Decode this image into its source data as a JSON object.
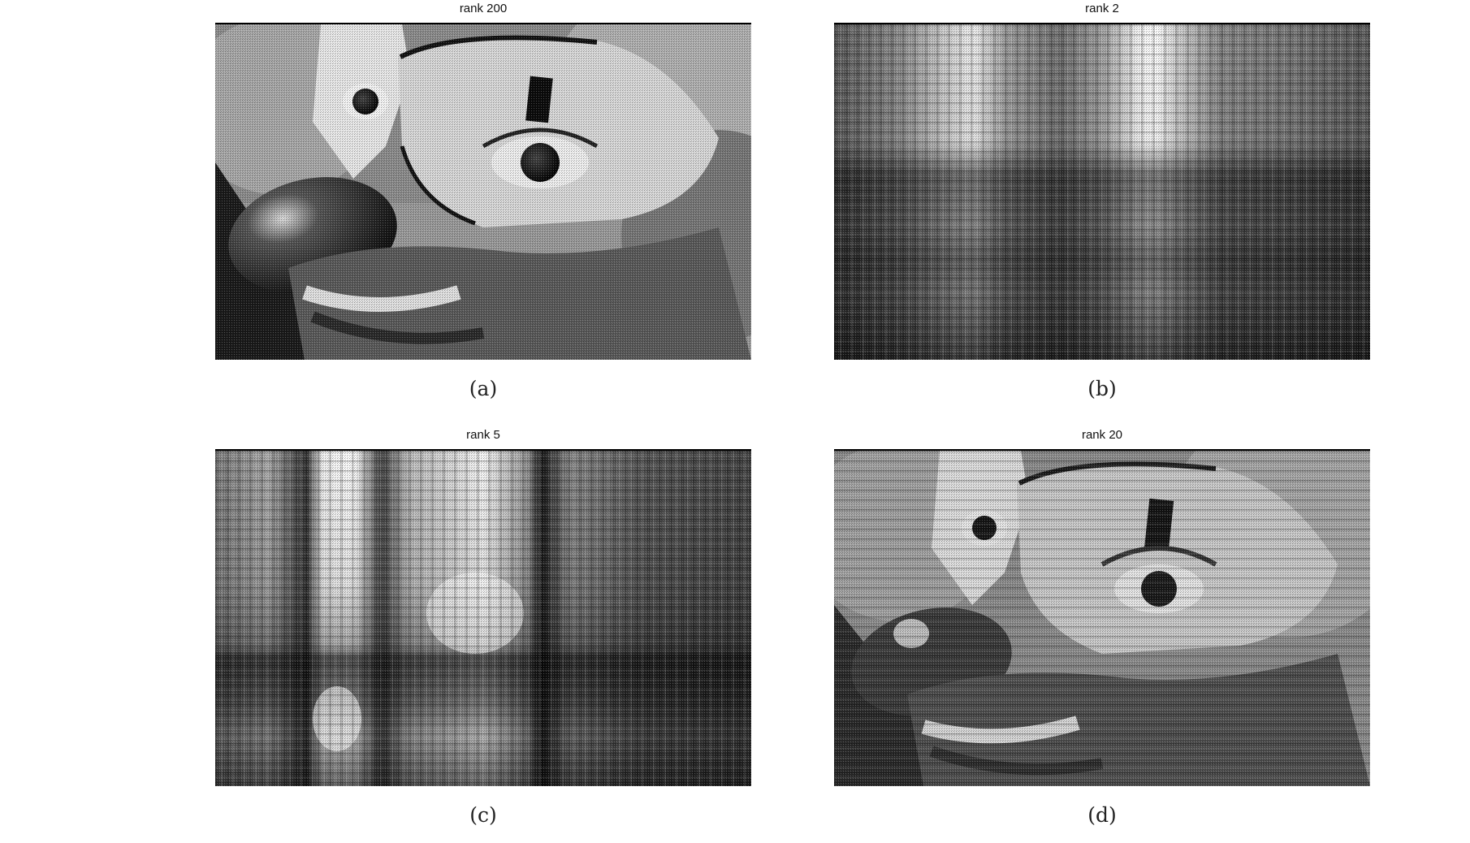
{
  "figure": {
    "panels": [
      {
        "id": "a",
        "title": "rank 200",
        "caption": "(a)"
      },
      {
        "id": "b",
        "title": "rank 2",
        "caption": "(b)"
      },
      {
        "id": "c",
        "title": "rank 5",
        "caption": "(c)"
      },
      {
        "id": "d",
        "title": "rank 20",
        "caption": "(d)"
      }
    ]
  }
}
